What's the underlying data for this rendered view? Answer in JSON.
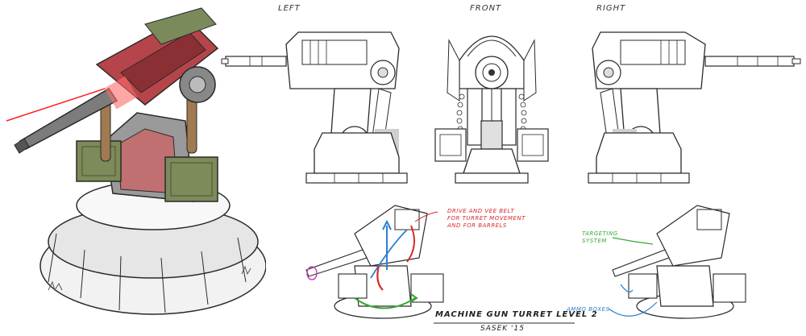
{
  "views": {
    "left": "LEFT",
    "front": "FRONT",
    "right": "RIGHT"
  },
  "notes": {
    "drive_line1": "DRIVE AND VEE BELT",
    "drive_line2": "FOR TURRET MOVEMENT",
    "drive_line3": "AND FOR BARRELS",
    "targeting_line1": "TARGETING",
    "targeting_line2": "SYSTEM",
    "ammo": "AMMO BOXES"
  },
  "caption": {
    "title": "MACHINE GUN TURRET LEVEL 2",
    "signature": "SASEK '15"
  },
  "colors": {
    "ink": "#2a2a2a",
    "body_red": "#b5454a",
    "ammo_green": "#7d8a5a",
    "base_grey": "#e8e8e8",
    "laser_red": "#ff2020",
    "note_red": "#d42a2a",
    "note_green": "#36a832",
    "note_blue": "#2a7fd4",
    "note_magenta": "#c040c0"
  }
}
